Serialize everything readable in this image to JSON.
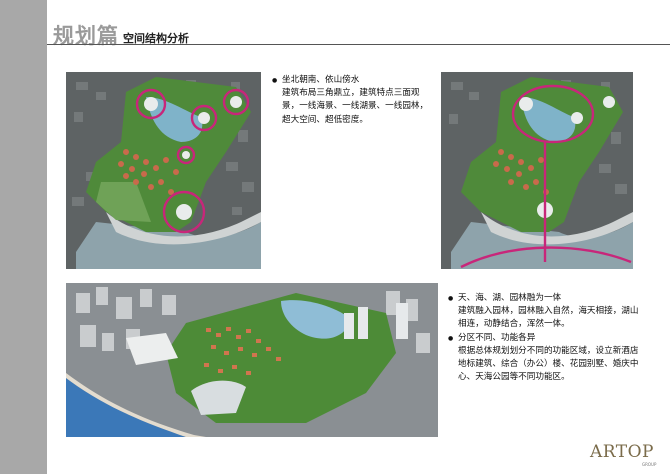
{
  "header": {
    "title": "规划篇",
    "subtitle": "空间结构分析"
  },
  "block_top": {
    "lines": [
      {
        "bullet": true,
        "text": "坐北朝南、依山傍水"
      },
      {
        "bullet": false,
        "text": "建筑布局三角鼎立，建筑特点三面观"
      },
      {
        "bullet": false,
        "text": "景，一线海景、一线湖景、一线园林，"
      },
      {
        "bullet": false,
        "text": "超大空间、超低密度。"
      }
    ]
  },
  "block_bottom": {
    "lines": [
      {
        "bullet": true,
        "text": "天、海、湖、园林融为一体"
      },
      {
        "bullet": false,
        "text": "建筑融入园林，园林融入自然，海天相接，湖山"
      },
      {
        "bullet": false,
        "text": "相连，动静结合，浑然一体。"
      },
      {
        "bullet": true,
        "text": "分区不同、功能各异"
      },
      {
        "bullet": false,
        "text": "根据总体规划划分不同的功能区域，设立新酒店"
      },
      {
        "bullet": false,
        "text": "地标建筑、综合（办公）楼、花园别墅、婚庆中"
      },
      {
        "bullet": false,
        "text": "心、天海公园等不同功能区。"
      }
    ]
  },
  "logo": {
    "text": "ARTOP",
    "tag": "GROUP"
  },
  "colors": {
    "sidebar": "#a8a8a8",
    "highlight": "#c8267a",
    "water": "#7fb3c9",
    "grass": "#4f8a3a"
  }
}
